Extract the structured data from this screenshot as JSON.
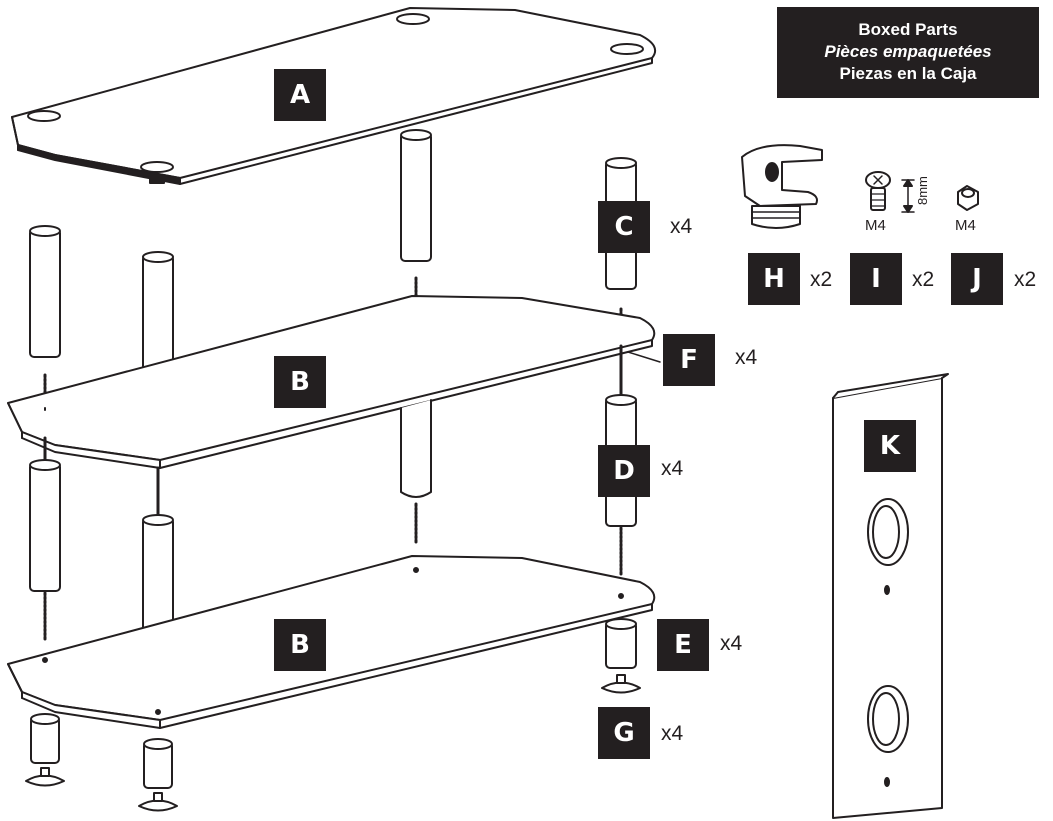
{
  "header_box": {
    "line1": "Boxed Parts",
    "line2": "Pièces empaquetées",
    "line3": "Piezas en la Caja"
  },
  "parts": {
    "A": {
      "letter": "A"
    },
    "B_upper": {
      "letter": "B"
    },
    "B_lower": {
      "letter": "B"
    },
    "C": {
      "letter": "C",
      "qty": "x4"
    },
    "D": {
      "letter": "D",
      "qty": "x4"
    },
    "E": {
      "letter": "E",
      "qty": "x4"
    },
    "F": {
      "letter": "F",
      "qty": "x4"
    },
    "G": {
      "letter": "G",
      "qty": "x4"
    },
    "H": {
      "letter": "H",
      "qty": "x2"
    },
    "I": {
      "letter": "I",
      "qty": "x2",
      "spec": "M4",
      "length": "8mm"
    },
    "J": {
      "letter": "J",
      "qty": "x2",
      "spec": "M4"
    },
    "K": {
      "letter": "K"
    }
  },
  "colors": {
    "ink": "#231f20",
    "paper": "#ffffff"
  }
}
